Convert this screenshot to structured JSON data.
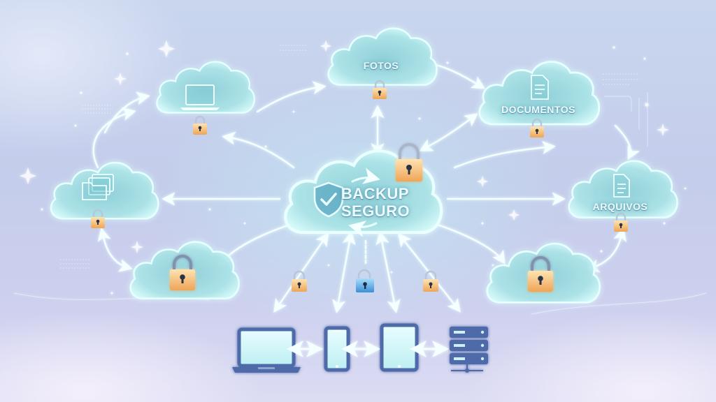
{
  "diagram": {
    "title": "Backup Seguro",
    "hub": {
      "label_line1": "BACKUP",
      "label_line2": "SEGURO",
      "icon": "shield-check-icon"
    },
    "satellite_clouds": [
      {
        "id": "laptop",
        "label": "",
        "icon": "laptop-icon",
        "lock": "orange-padlock"
      },
      {
        "id": "fotos",
        "label": "FOTOS",
        "icon": "",
        "lock": "orange-padlock"
      },
      {
        "id": "documentos",
        "label": "DOCUMENTOS",
        "icon": "document-icon",
        "lock": "orange-padlock"
      },
      {
        "id": "folders",
        "label": "",
        "icon": "folders-icon",
        "lock": "orange-padlock"
      },
      {
        "id": "arquivos",
        "label": "ARQUIVOS",
        "icon": "document-icon",
        "lock": "orange-padlock"
      },
      {
        "id": "lock-left",
        "label": "",
        "icon": "padlock-icon",
        "lock": "large-orange-padlock"
      },
      {
        "id": "lock-right",
        "label": "",
        "icon": "padlock-icon",
        "lock": "large-orange-padlock"
      }
    ],
    "connection_locks": [
      {
        "position": "left",
        "color": "orange"
      },
      {
        "position": "center",
        "color": "blue"
      },
      {
        "position": "right",
        "color": "orange"
      }
    ],
    "devices": [
      {
        "id": "laptop",
        "icon": "laptop-icon"
      },
      {
        "id": "smartphone",
        "icon": "smartphone-icon"
      },
      {
        "id": "tablet",
        "icon": "tablet-icon"
      },
      {
        "id": "server",
        "icon": "server-icon"
      }
    ],
    "colors": {
      "cloud_glow": "#bff5f2",
      "cloud_fill": "#9fdbe0",
      "arrow": "#f4ffff",
      "lock_orange": "#f2b66a",
      "lock_blue": "#4da3de",
      "device_stroke": "#4f6aa8",
      "background": "#c7d0ec"
    }
  }
}
